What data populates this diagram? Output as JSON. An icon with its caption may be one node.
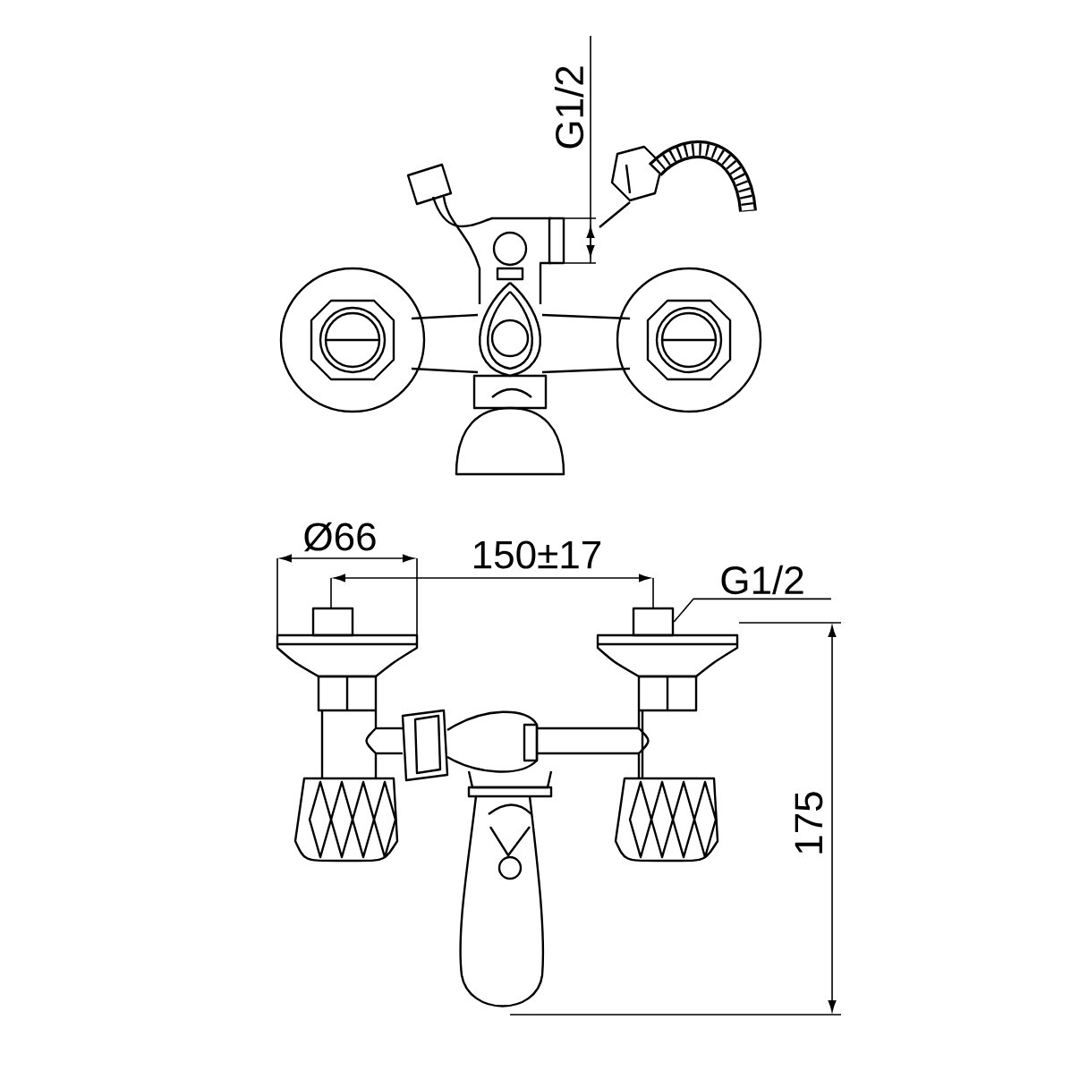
{
  "diagram": {
    "nodes": [
      {
        "text": [
          "G1/2"
        ]
      },
      {
        "text": [],
        "shape": "box"
      }
    ],
    "edges": [
      {
        "from": 0,
        "to": 1,
        "arrow": "none"
      }
    ],
    "labels": [
      "G1/2",
      "Ø66",
      "150±17",
      "175"
    ]
  }
}
